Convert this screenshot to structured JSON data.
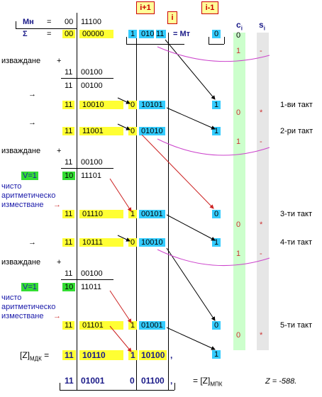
{
  "header": {
    "mn_label": "Мн",
    "sigma_label": "Σ",
    "eq": "=",
    "mn_hi": "00",
    "mn_lo": "11100",
    "sigma_hi": "00",
    "sigma_lo": "00000",
    "mt_bit": "1",
    "mt_a": "010",
    "mt_b": "11",
    "mt_label": "= Мт",
    "prev_bit": "0",
    "ci_label": "c",
    "ci_sub": "i",
    "si_label": "s",
    "si_sub": "i",
    "ci_init": "0",
    "tag_i1": "i+1",
    "tag_i": "i",
    "tag_im1": "i-1"
  },
  "side": {
    "sub1": "изваждане",
    "sub2": "изваждане",
    "sub3": "изваждане",
    "plus": "+",
    "arrow": "→",
    "v1": "V=1",
    "v2": "V=1",
    "shift_a": "чисто",
    "shift_b": "аритметическо",
    "shift_c": "изместване",
    "shift_arrow": "→",
    "z_mdk_a": "[Z]",
    "z_mdk_sub": "МДК",
    "z_mdk_eq": "="
  },
  "rows": [
    {
      "hi": "11",
      "lo": "00100"
    },
    {
      "hi": "11",
      "lo": "00100"
    },
    {
      "hi": "11",
      "lo": "10010",
      "shift": "0",
      "m": "10101",
      "b": "1"
    },
    {
      "hi": "11",
      "lo": "11001",
      "shift": "0",
      "m": "01010",
      "b": "1"
    },
    {
      "hi": "11",
      "lo": "00100"
    },
    {
      "hi": "10",
      "lo": "11101"
    },
    {
      "hi": "11",
      "lo": "01110",
      "shift": "1",
      "m": "00101",
      "b": "0"
    },
    {
      "hi": "11",
      "lo": "10111",
      "shift": "0",
      "m": "10010",
      "b": "1"
    },
    {
      "hi": "11",
      "lo": "00100"
    },
    {
      "hi": "10",
      "lo": "11011"
    },
    {
      "hi": "11",
      "lo": "01101",
      "shift": "1",
      "m": "01001",
      "b": "0"
    },
    {
      "hi": "11",
      "lo": "10110",
      "shift": "1",
      "m": "10100",
      "b": "1",
      "comma": ","
    }
  ],
  "carry": [
    "1",
    "0",
    "1",
    "0",
    "1",
    "0"
  ],
  "sign": [
    "-",
    "*",
    "-",
    "*",
    "-",
    "*"
  ],
  "takts": [
    "1-ви такт",
    "2-ри такт",
    "3-ти такт",
    "4-ти такт",
    "5-ти такт"
  ],
  "result": {
    "hi": "11",
    "lo": "01001",
    "b": "0",
    "m": "01100",
    "comma": ",",
    "eq": "= [Z]",
    "sub": "МПК",
    "z": "Z = -588."
  }
}
